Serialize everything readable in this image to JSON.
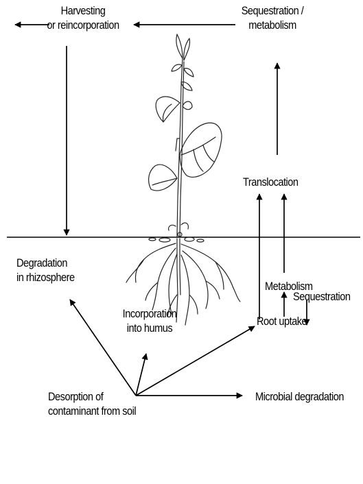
{
  "labels": {
    "harvesting": [
      "Harvesting",
      "or reincorporation"
    ],
    "sequestration_metabolism": [
      "Sequestration /",
      "metabolism"
    ],
    "translocation": "Translocation",
    "degradation_rhizosphere": [
      "Degradation",
      "in rhizosphere"
    ],
    "metabolism": "Metabolism",
    "sequestration": "Sequestration",
    "incorporation_humus": [
      "Incorporation",
      "into humus"
    ],
    "root_uptake": "Root uptake",
    "desorption": [
      "Desorption of",
      "contaminant from soil"
    ],
    "microbial_degradation": "Microbial degradation"
  },
  "colors": {
    "line": "#000000",
    "plant": "#222222",
    "background": "#ffffff"
  }
}
